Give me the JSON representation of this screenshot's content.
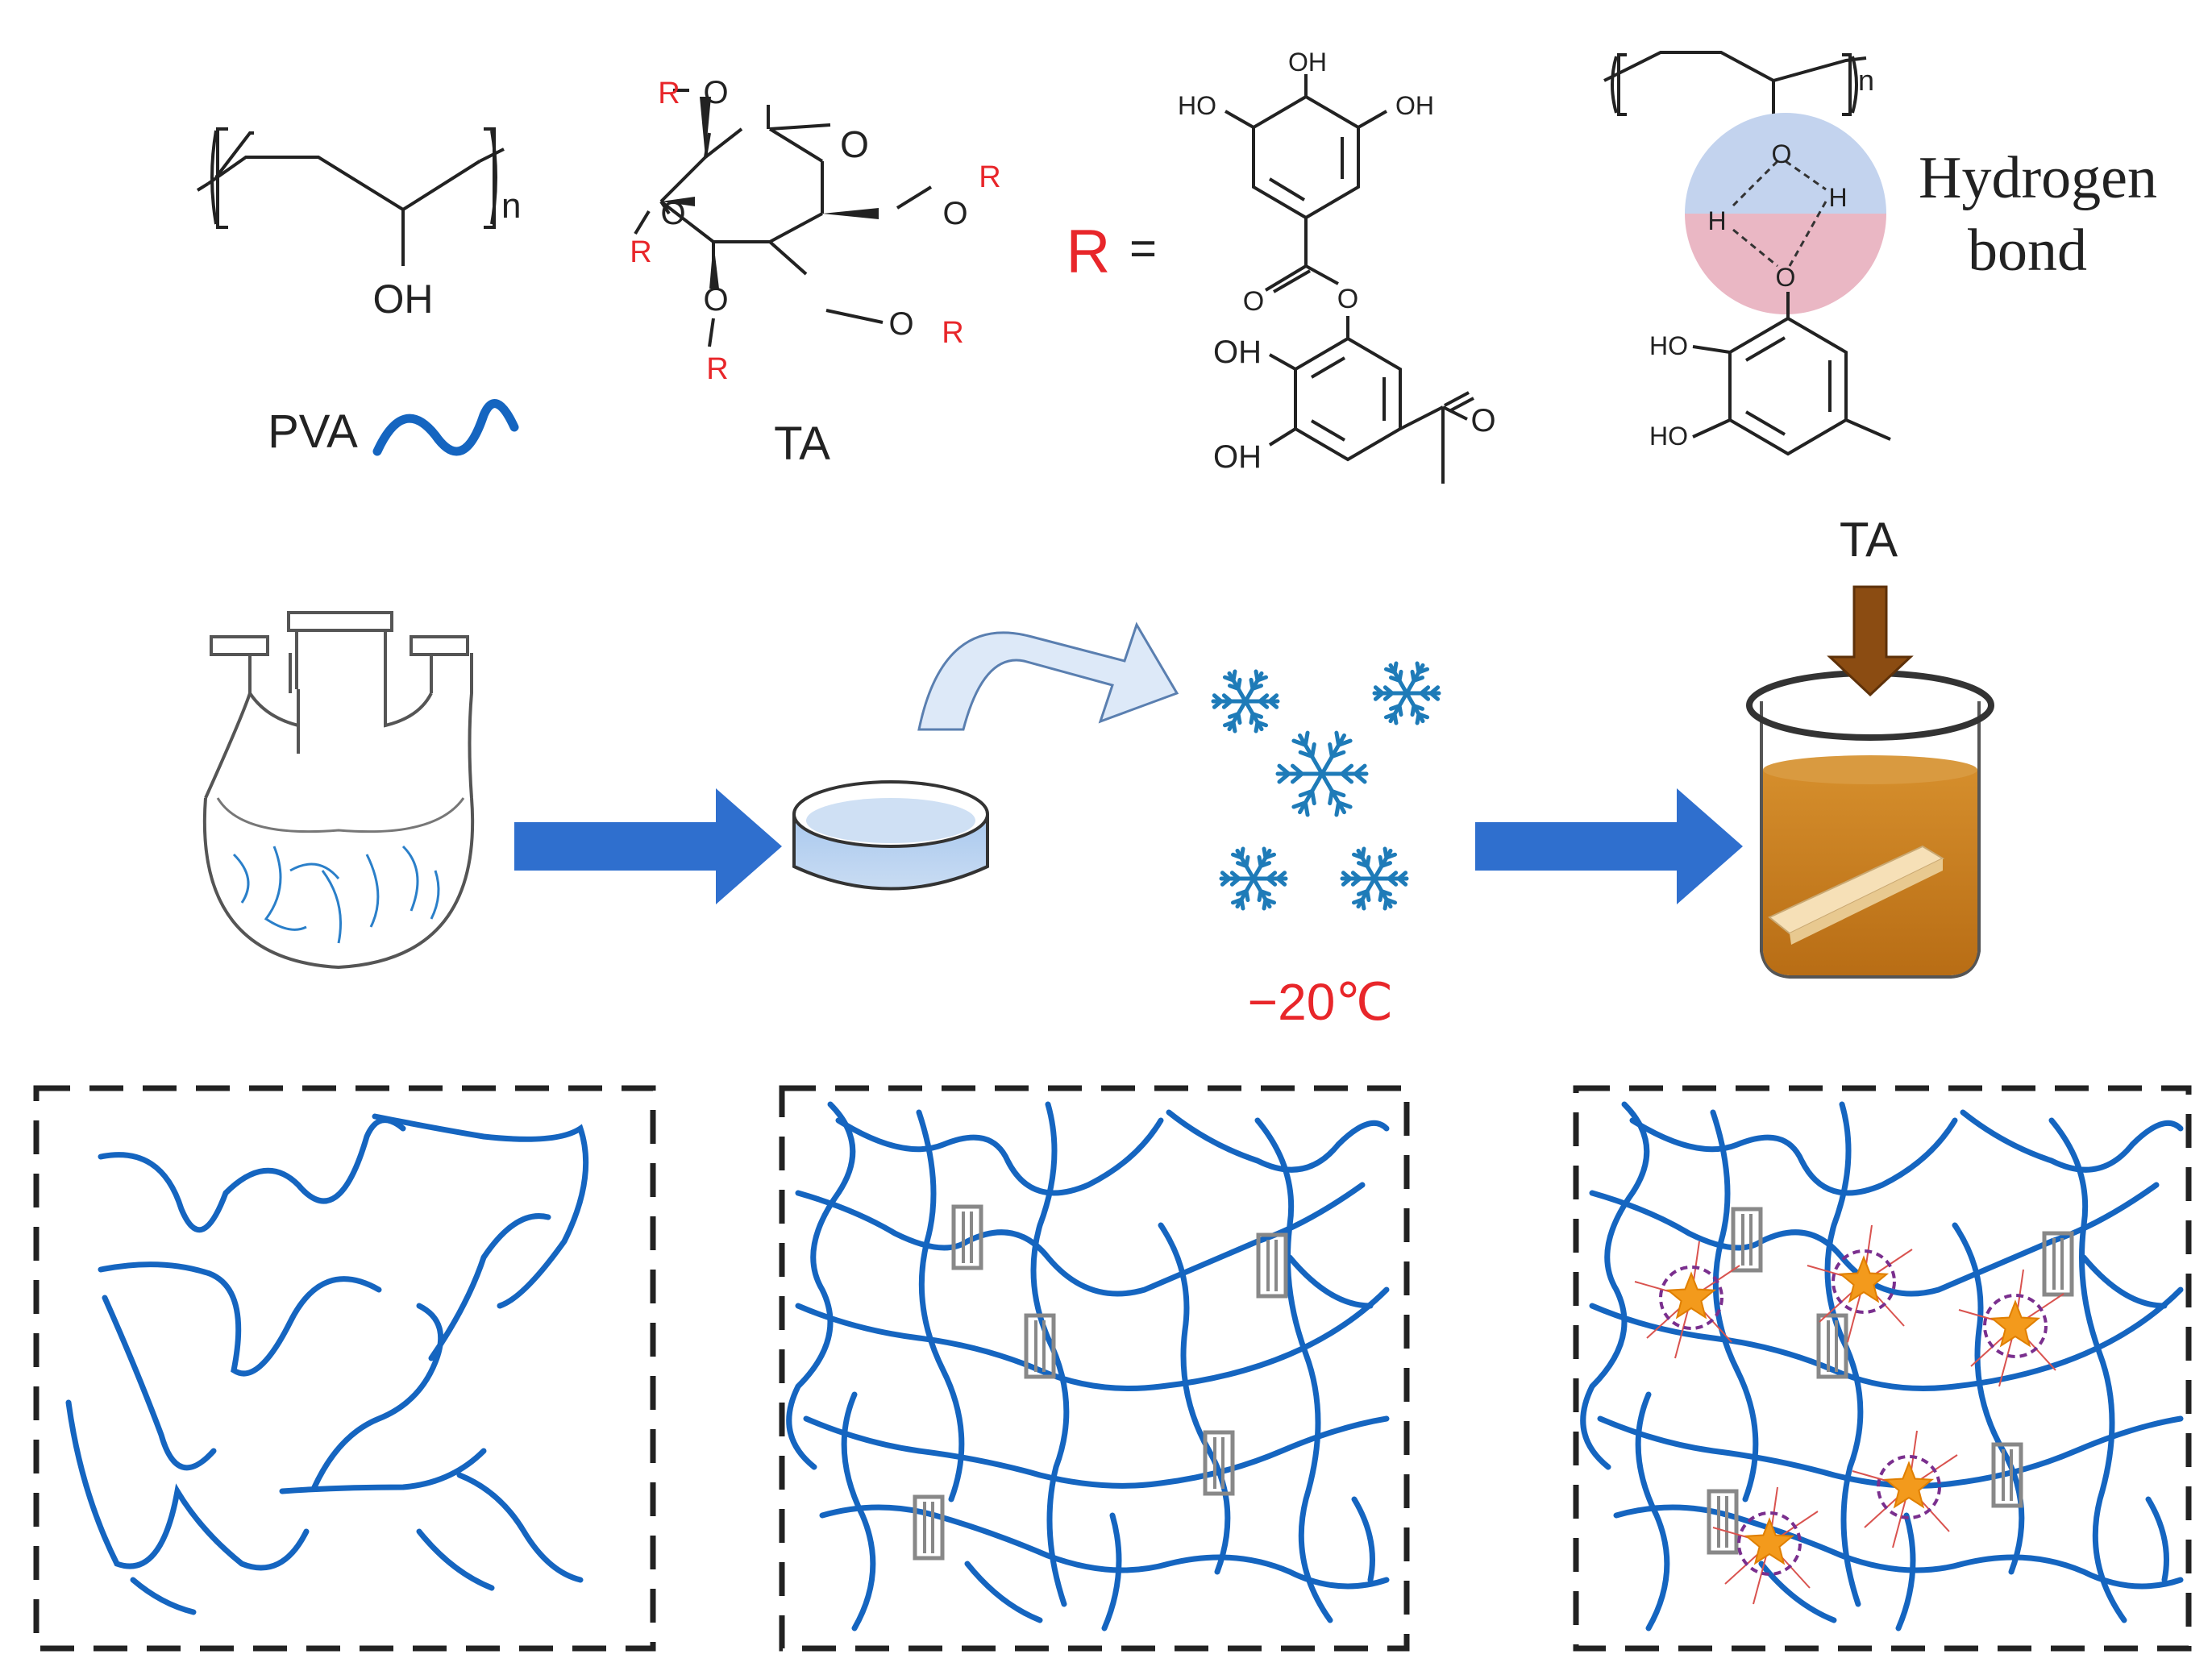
{
  "structures": {
    "pva": {
      "repeat_subscript": "n",
      "hydroxyl": "OH",
      "name": "PVA"
    },
    "ta": {
      "ring_oxygen": "O",
      "substituent": "R",
      "name": "TA"
    },
    "r_group": {
      "symbol": "R",
      "equals": "=",
      "hydroxyl": "OH",
      "hydroxyl_left": "HO",
      "carbonyl_oxygen": "O",
      "ester_oxygen": "O"
    },
    "hbond": {
      "repeat_subscript": "n",
      "oxygen": "O",
      "hydrogen": "H",
      "label_line1": "Hydrogen",
      "label_line2": "bond",
      "hydroxyl_left": "HO",
      "ta_label": "TA"
    }
  },
  "process": {
    "temperature": "−20℃"
  },
  "colors": {
    "polymer": "#1565c0",
    "process_arrow": "#2f6fce",
    "snowflake": "#1e7bb8",
    "red_label": "#e8262a",
    "hbond_top": "#c3d3ee",
    "hbond_bottom": "#eab7c4",
    "crosslink_box": "#888888",
    "ta_star": "#f39a1c",
    "ta_circle": "#7a2f8e",
    "beaker_liquid": "#c07a1c",
    "down_arrow": "#8b4c12"
  }
}
